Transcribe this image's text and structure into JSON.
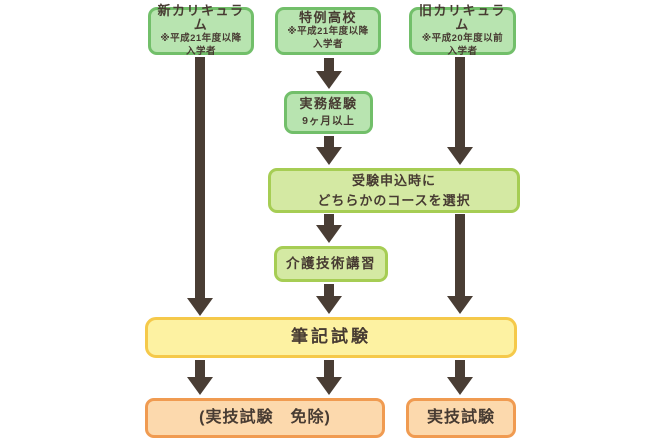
{
  "colors": {
    "green_fill": "#b8e4b0",
    "green_border": "#72bf6a",
    "lime_fill": "#d4e9a3",
    "lime_border": "#a6cd54",
    "yellow_fill": "#fdf2a2",
    "yellow_border": "#f5c94a",
    "orange_fill": "#fcd9ad",
    "orange_border": "#f09b51",
    "arrow": "#493d34",
    "text": "#473b32"
  },
  "flowchart": {
    "nodes": {
      "new_curriculum": {
        "title": "新カリキュラム",
        "note_line1": "※平成21年度以降",
        "note_line2": "入学者"
      },
      "special_highschool": {
        "title": "特例高校",
        "note_line1": "※平成21年度以降",
        "note_line2": "入学者"
      },
      "old_curriculum": {
        "title": "旧カリキュラム",
        "note_line1": "※平成20年度以前",
        "note_line2": "入学者"
      },
      "work_experience": {
        "title": "実務経験",
        "sub": "9ヶ月以上"
      },
      "course_select": {
        "line1": "受験申込時に",
        "line2": "どちらかのコースを選択"
      },
      "care_skill_course": {
        "title": "介護技術講習"
      },
      "written_exam": {
        "title": "筆記試験"
      },
      "practical_exam_exempt": {
        "title": "(実技試験　免除)"
      },
      "practical_exam": {
        "title": "実技試験"
      }
    }
  }
}
